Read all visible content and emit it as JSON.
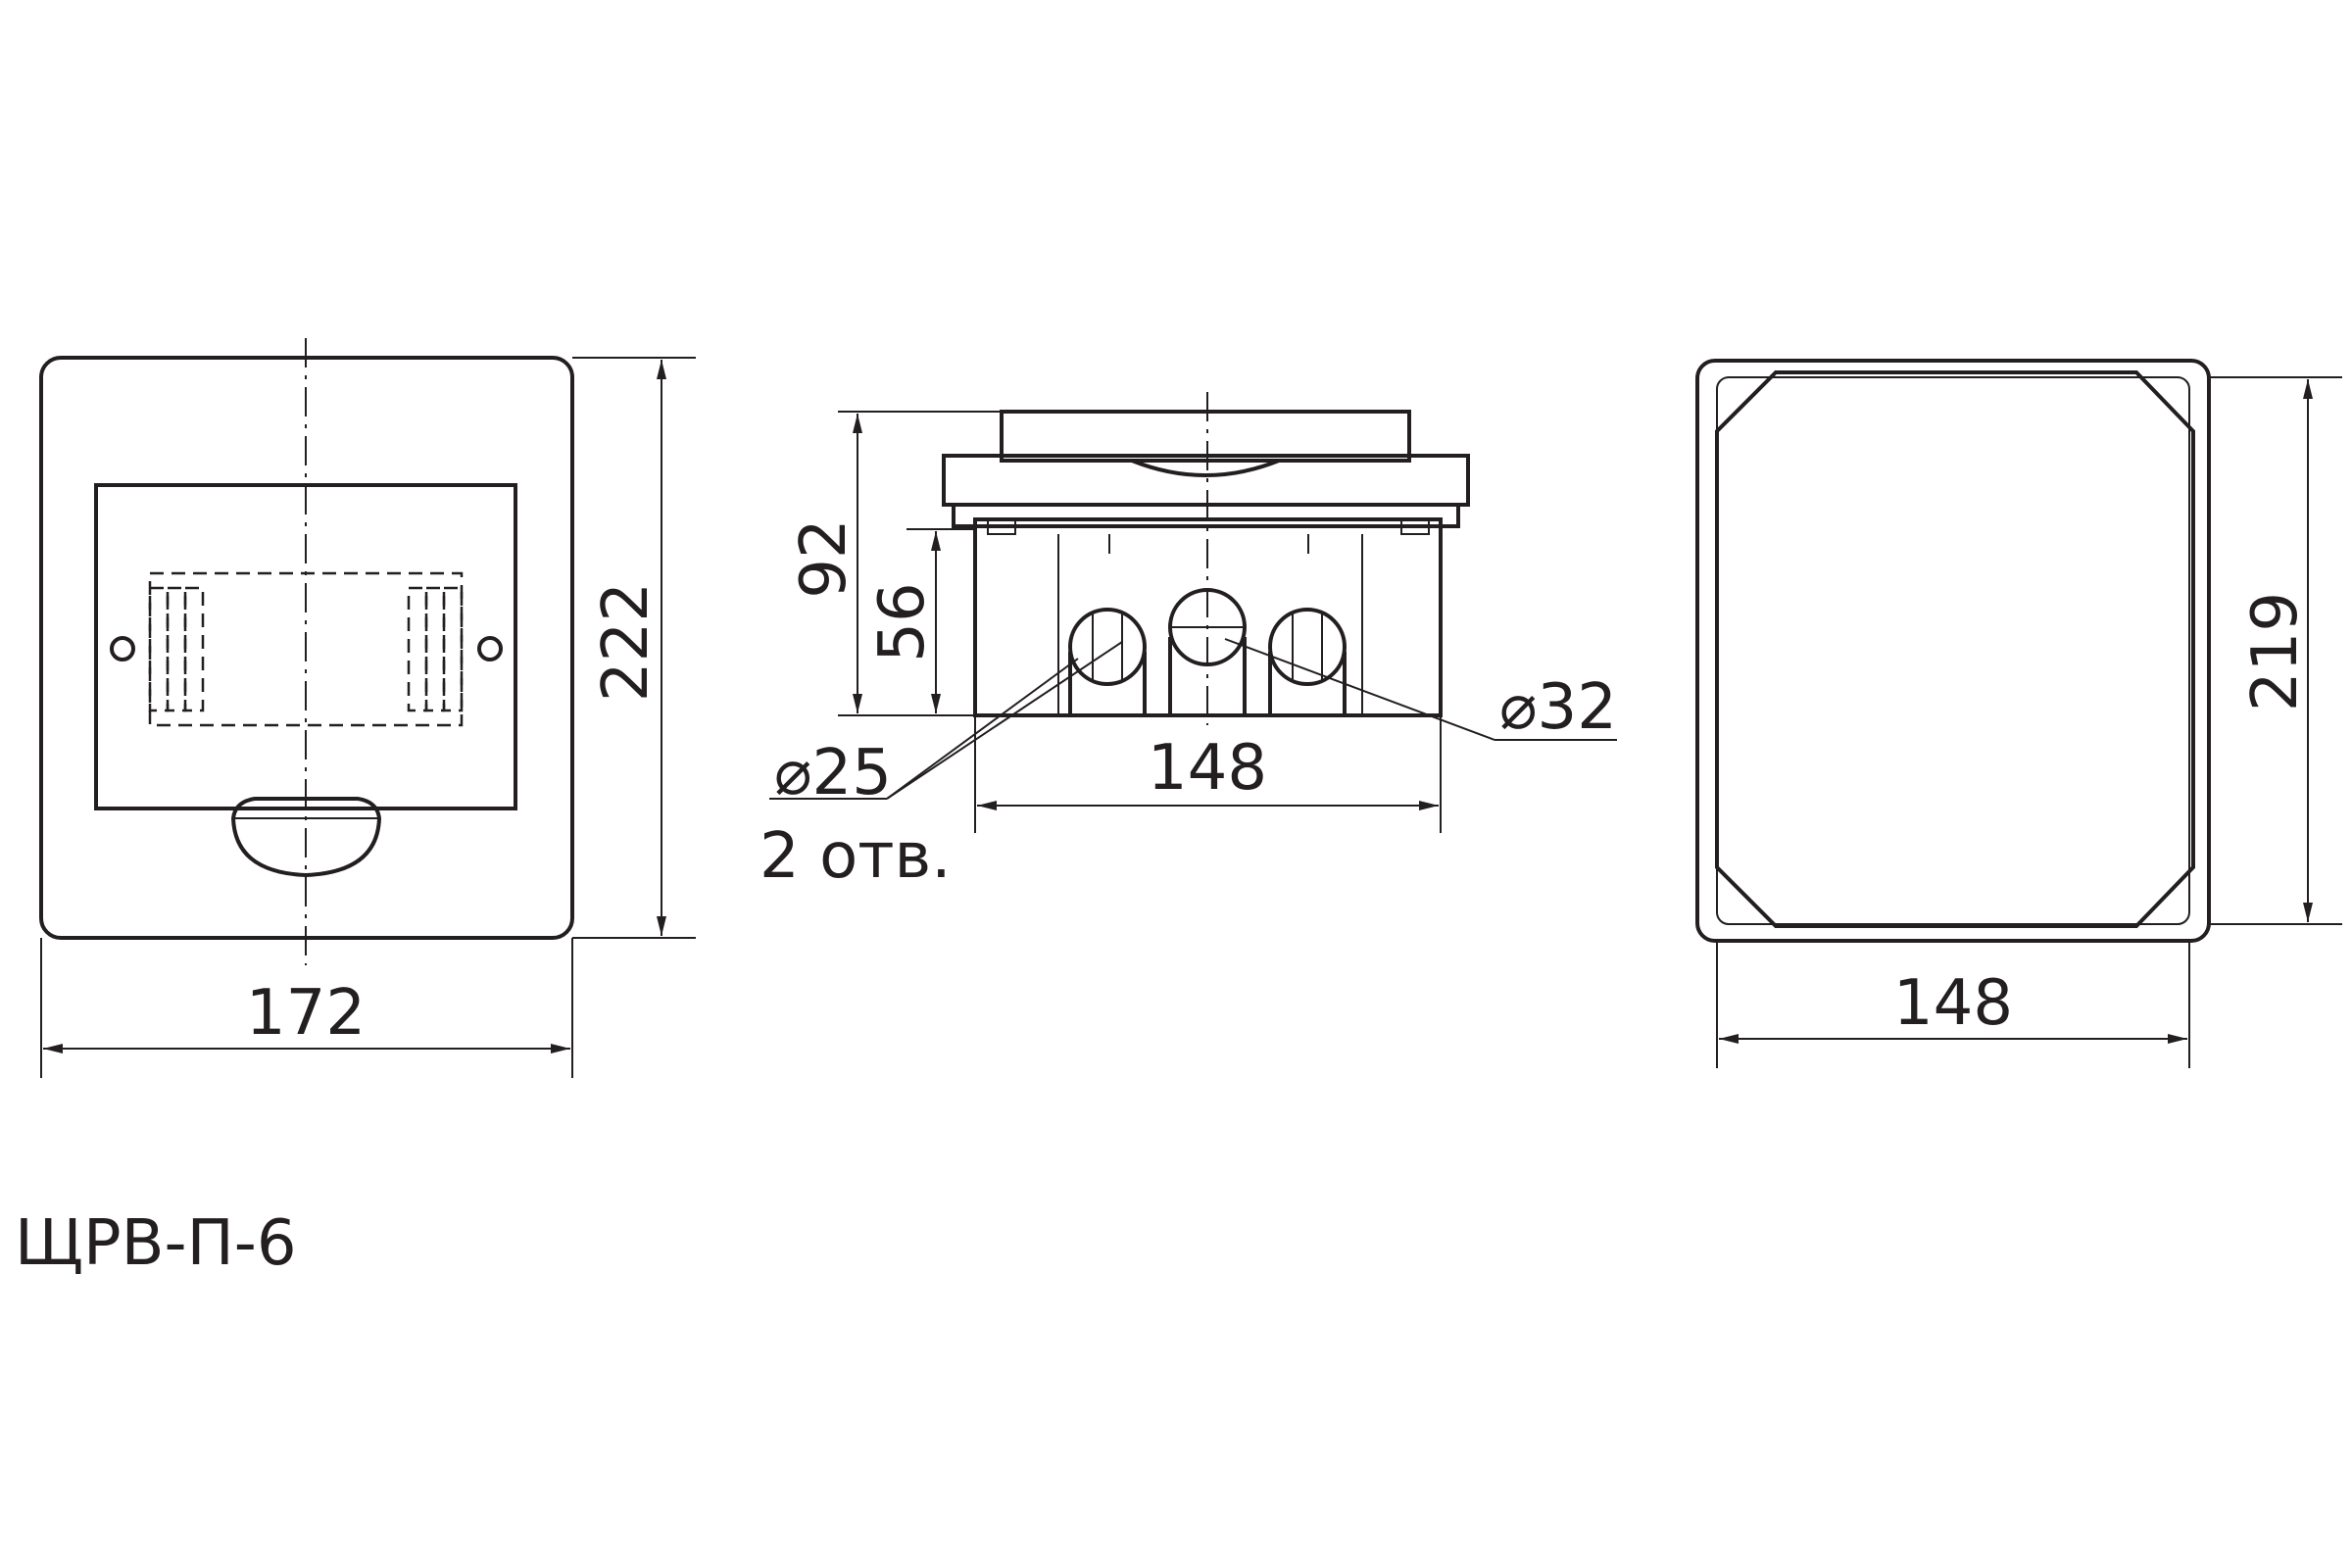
{
  "drawing": {
    "model": "ЩРВ-П-6",
    "front_view": {
      "width": "172",
      "height": "222"
    },
    "side_view": {
      "width": "148",
      "total_depth": "92",
      "box_depth": "56",
      "small_holes": "⌀25",
      "small_holes_count": "2 отв.",
      "large_hole": "⌀32"
    },
    "back_view": {
      "width": "148",
      "height": "219"
    }
  },
  "colors": {
    "line": "#231f20",
    "background": "#ffffff"
  }
}
